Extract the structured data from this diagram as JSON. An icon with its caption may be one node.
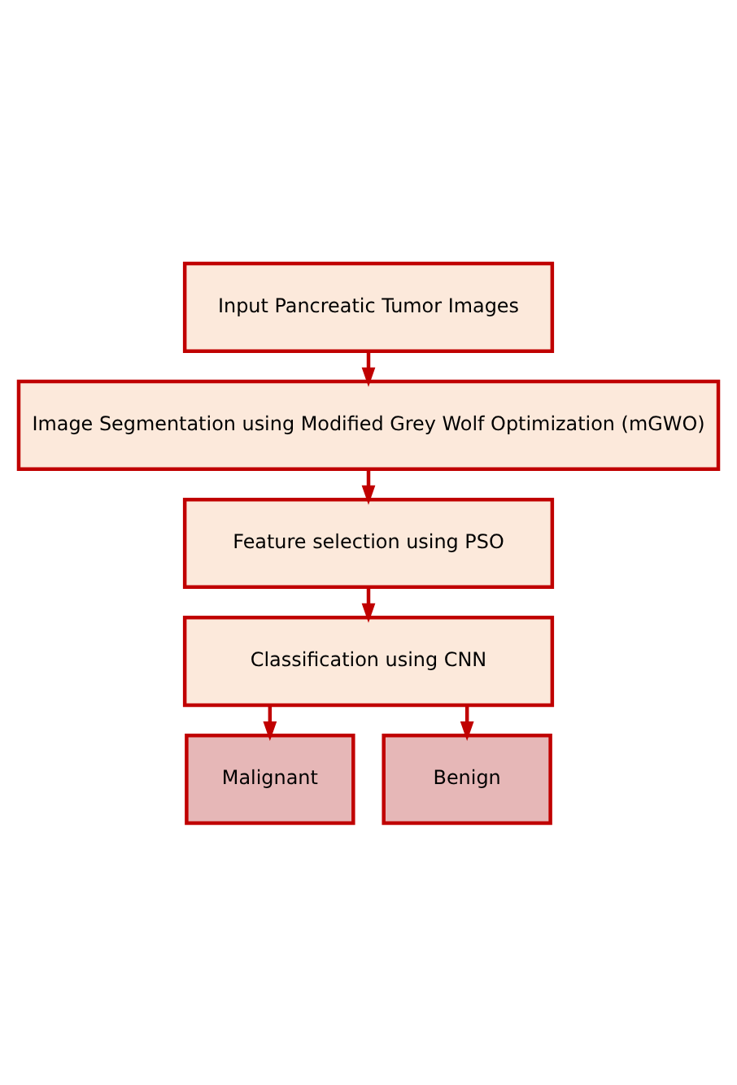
{
  "diagram": {
    "nodes": [
      {
        "text": [
          "Input Pancreatic Tumor Images"
        ]
      },
      {
        "text": [
          "Image Segmentation using Modified Grey Wolf Optimization (mGWO)"
        ]
      },
      {
        "text": [
          "Feature selection using PSO"
        ]
      },
      {
        "text": [
          "Classification using CNN"
        ]
      },
      {
        "text": [
          "Malignant"
        ]
      },
      {
        "text": [
          "Benign"
        ]
      }
    ],
    "edges": [
      {
        "from": 0,
        "to": 1,
        "arrow": "to"
      },
      {
        "from": 1,
        "to": 2,
        "arrow": "to"
      },
      {
        "from": 2,
        "to": 3,
        "arrow": "to"
      },
      {
        "from": 3,
        "to": 4,
        "arrow": "to"
      },
      {
        "from": 3,
        "to": 5,
        "arrow": "to"
      }
    ]
  }
}
